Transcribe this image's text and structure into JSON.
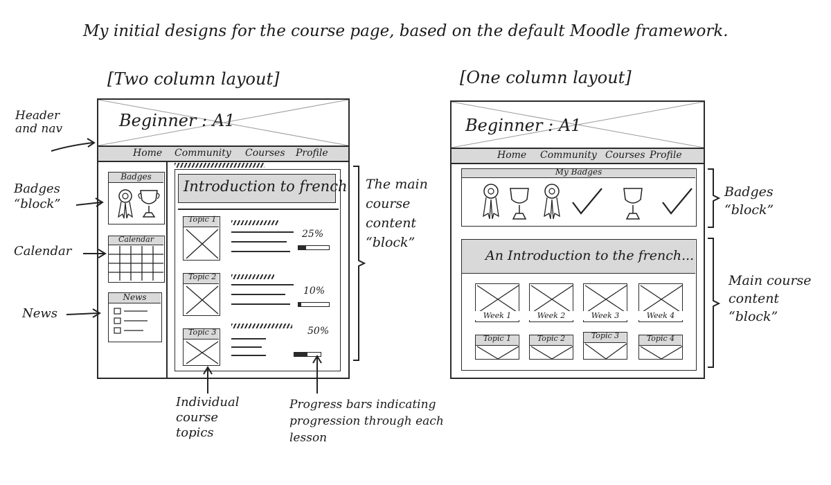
{
  "title": "My initial designs for the course page, based on the default Moodle framework.",
  "left": {
    "heading": "[Two column layout]",
    "header_title": "Beginner : A1",
    "nav": [
      "Home",
      "Community",
      "Courses",
      "Profile"
    ],
    "badges_label": "Badges",
    "calendar_label": "Calendar",
    "news_label": "News",
    "main_title": "Introduction to french",
    "topics": [
      {
        "label": "Topic 1",
        "percent_text": "25%",
        "progress": 0.25
      },
      {
        "label": "Topic 2",
        "percent_text": "10%",
        "progress": 0.1
      },
      {
        "label": "Topic 3",
        "percent_text": "50%",
        "progress": 0.5
      }
    ],
    "annotations": {
      "header": "Header and nav",
      "badges": "Badges “block”",
      "calendar": "Calendar",
      "news": "News",
      "main": "The main course content “block”",
      "topics": "Individual course topics",
      "progress": "Progress bars indicating progression through each lesson"
    }
  },
  "right": {
    "heading": "[One column layout]",
    "header_title": "Beginner : A1",
    "nav": [
      "Home",
      "Community",
      "Courses",
      "Profile"
    ],
    "badges_label": "My Badges",
    "main_title": "An Introduction to the french...",
    "weeks": [
      "Week 1",
      "Week 2",
      "Week 3",
      "Week 4"
    ],
    "topics": [
      "Topic 1",
      "Topic 2",
      "Topic 3",
      "Topic 4"
    ],
    "annotations": {
      "badges": "Badges “block”",
      "main": "Main course content “block”"
    }
  }
}
